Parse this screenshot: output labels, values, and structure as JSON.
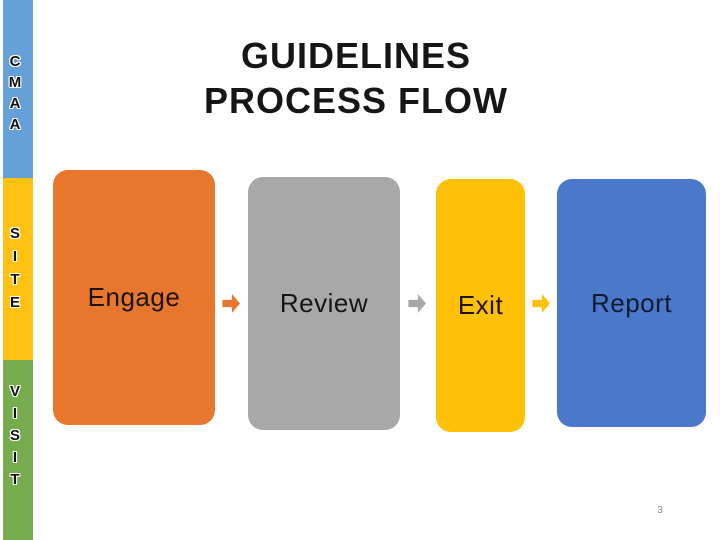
{
  "slide": {
    "title_line1": "GUIDELINES",
    "title_line2": "PROCESS FLOW",
    "title_color": "#161616",
    "page_number": "3"
  },
  "sidebar": {
    "sections": [
      {
        "name": "cmaa",
        "color": "#66A0D8",
        "letters": [
          "C",
          "M",
          "A",
          "A"
        ]
      },
      {
        "name": "site",
        "color": "#FFC112",
        "letters": [
          "S",
          "I",
          "T",
          "E"
        ]
      },
      {
        "name": "visit",
        "color": "#76AC4E",
        "letters": [
          "V",
          "I",
          "S",
          "I",
          "T"
        ]
      }
    ]
  },
  "flow": {
    "steps": [
      {
        "label": "Engage",
        "color": "#E8772E",
        "text_color": "#1C130A"
      },
      {
        "label": "Review",
        "color": "#A8A8A8",
        "text_color": "#161616"
      },
      {
        "label": "Exit",
        "color": "#FFC008",
        "text_color": "#1C130A"
      },
      {
        "label": "Report",
        "color": "#4B79CA",
        "text_color": "#0D1A33"
      }
    ],
    "arrows": [
      {
        "name": "arrow-engage-to-review",
        "color": "#E8772E",
        "direction": "right"
      },
      {
        "name": "arrow-review-to-exit",
        "color": "#A8A8A8",
        "direction": "right"
      },
      {
        "name": "arrow-exit-to-report",
        "color": "#FFC008",
        "direction": "right"
      }
    ]
  }
}
